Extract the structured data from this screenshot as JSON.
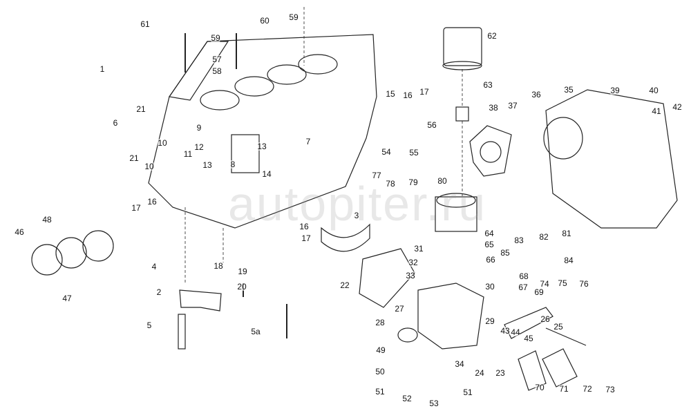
{
  "title": "Cylinder block exploded parts diagram",
  "watermark": "autopiter.ru",
  "labels": [
    "61",
    "59",
    "60",
    "59",
    "57",
    "58",
    "1",
    "21",
    "6",
    "9",
    "10",
    "11",
    "12",
    "13",
    "7",
    "14",
    "21",
    "10",
    "13",
    "8",
    "17",
    "16",
    "15",
    "16",
    "17",
    "56",
    "54",
    "55",
    "77",
    "78",
    "79",
    "80",
    "62",
    "63",
    "38",
    "37",
    "36",
    "35",
    "39",
    "40",
    "41",
    "42",
    "64",
    "65",
    "66",
    "3",
    "16",
    "17",
    "46",
    "48",
    "47",
    "4",
    "2",
    "5",
    "18",
    "19",
    "20",
    "5a",
    "22",
    "31",
    "32",
    "33",
    "83",
    "85",
    "82",
    "81",
    "84",
    "68",
    "67",
    "69",
    "30",
    "74",
    "75",
    "76",
    "26",
    "25",
    "27",
    "28",
    "29",
    "43",
    "44",
    "45",
    "49",
    "50",
    "34",
    "24",
    "23",
    "51",
    "52",
    "53",
    "51",
    "70",
    "71",
    "72",
    "73"
  ]
}
